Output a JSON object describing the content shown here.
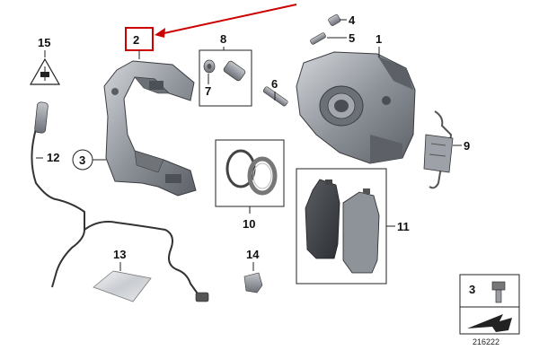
{
  "callouts": {
    "c1": "1",
    "c2": "2",
    "c3": "3",
    "c4": "4",
    "c5": "5",
    "c6": "6",
    "c7": "7",
    "c8": "8",
    "c9": "9",
    "c10": "10",
    "c11": "11",
    "c12": "12",
    "c13": "13",
    "c14": "14",
    "c15": "15",
    "legend3": "3"
  },
  "reference_number": "216222",
  "colors": {
    "highlight": "#cc0000",
    "part_fill": "#8a8f96",
    "pad_fill": "#3a3d42"
  },
  "icons": [
    "warning-triangle-icon",
    "cable-plug-icon",
    "bolt-icon",
    "arrow-icon"
  ]
}
